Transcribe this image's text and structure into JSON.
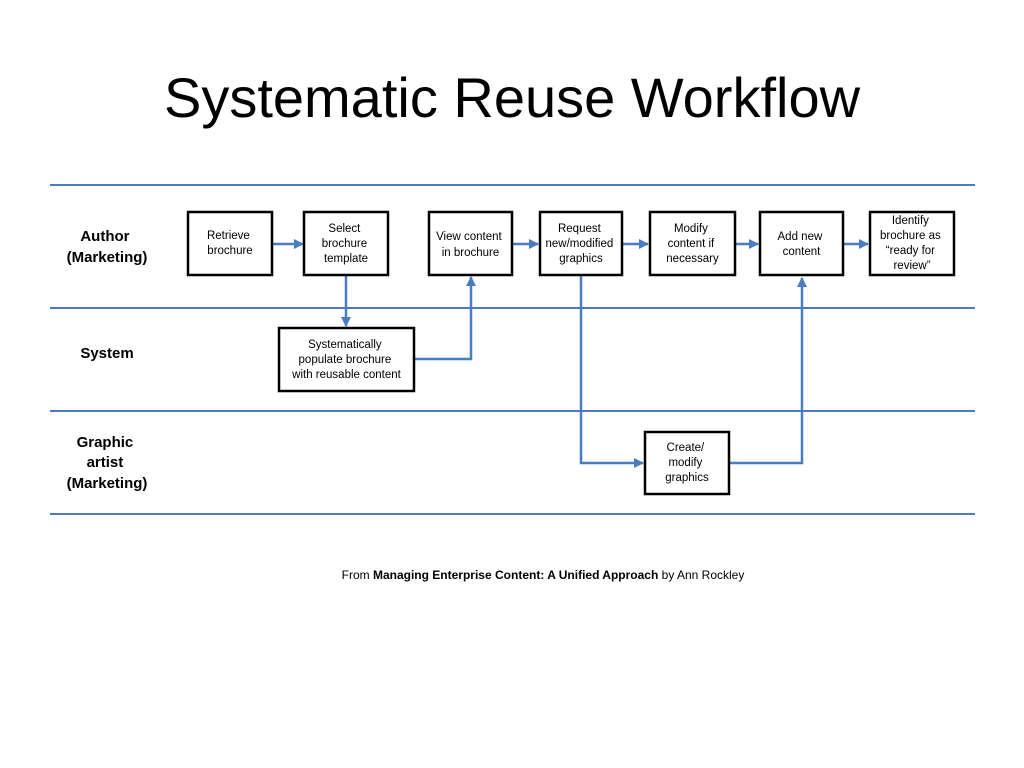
{
  "title": "Systematic Reuse Workflow",
  "colors": {
    "lane_line": "#4a7cc4",
    "arrow": "#4a7cc4",
    "box_border": "#000000",
    "box_fill": "#ffffff"
  },
  "lanes": [
    {
      "label_lines": [
        "Author",
        "(Marketing)"
      ]
    },
    {
      "label_lines": [
        "System"
      ]
    },
    {
      "label_lines": [
        "Graphic",
        "artist",
        "(Marketing)"
      ]
    }
  ],
  "steps": [
    {
      "lines": [
        "Retrieve",
        "brochure"
      ]
    },
    {
      "lines": [
        "Select",
        "brochure",
        "template"
      ]
    },
    {
      "lines": [
        "View content",
        "in brochure"
      ]
    },
    {
      "lines": [
        "Request",
        "new/modified",
        "graphics"
      ]
    },
    {
      "lines": [
        "Modify",
        "content if",
        "necessary"
      ]
    },
    {
      "lines": [
        "Add new",
        "content"
      ]
    },
    {
      "lines": [
        "Identify",
        "brochure as",
        "“ready for",
        "review”"
      ]
    },
    {
      "lines": [
        "Systematically",
        "populate brochure",
        "with reusable content"
      ]
    },
    {
      "lines": [
        "Create/",
        "modify",
        "graphics"
      ]
    }
  ],
  "caption": {
    "prefix": "From ",
    "book": "Managing Enterprise Content: A Unified Approach",
    "suffix": " by Ann Rockley"
  }
}
